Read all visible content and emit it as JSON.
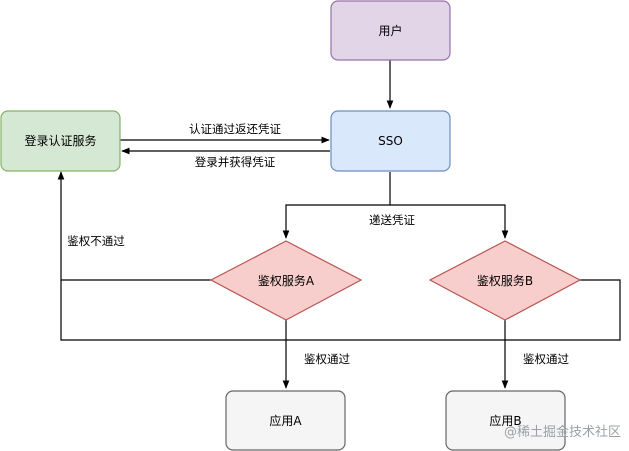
{
  "nodes": {
    "user": "用户",
    "sso": "SSO",
    "login_service": "登录认证服务",
    "auth_a": "鉴权服务A",
    "auth_b": "鉴权服务B",
    "app_a": "应用A",
    "app_b": "应用B"
  },
  "edges": {
    "sso_to_login": "认证通过返还凭证",
    "login_to_sso": "登录并获得凭证",
    "deliver_credential": "递送凭证",
    "auth_fail": "鉴权不通过",
    "pass_a": "鉴权通过",
    "pass_b": "鉴权通过"
  },
  "watermark": "@稀土掘金技术社区",
  "colors": {
    "user_fill": "#e1d5e7",
    "user_stroke": "#9673a6",
    "sso_fill": "#dae8fc",
    "sso_stroke": "#6c8ebf",
    "login_fill": "#d5e8d4",
    "login_stroke": "#82b366",
    "auth_fill": "#f8cecc",
    "auth_stroke": "#b85450",
    "app_fill": "#f5f5f5",
    "app_stroke": "#666666",
    "line": "#000000"
  }
}
